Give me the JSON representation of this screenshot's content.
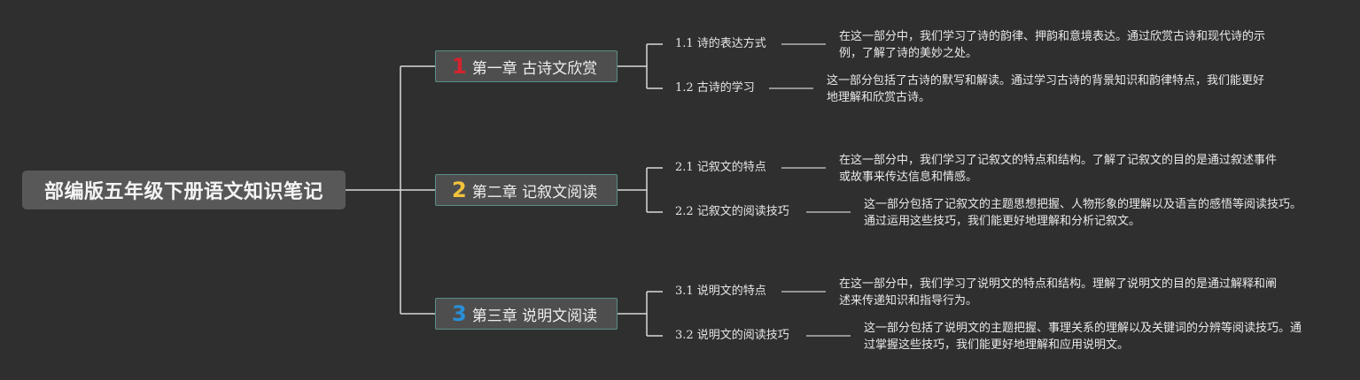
{
  "root": {
    "title": "部编版五年级下册语文知识笔记"
  },
  "chapters": [
    {
      "number": "1",
      "number_color": "#d6232e",
      "title": "第一章 古诗文欣赏",
      "sections": [
        {
          "title": "1.1 诗的表达方式",
          "description": "在这一部分中，我们学习了诗的韵律、押韵和意境表达。通过欣赏古诗和现代诗的示例，了解了诗的美妙之处。"
        },
        {
          "title": "1.2 古诗的学习",
          "description": "这一部分包括了古诗的默写和解读。通过学习古诗的背景知识和韵律特点，我们能更好地理解和欣赏古诗。"
        }
      ]
    },
    {
      "number": "2",
      "number_color": "#f2c23b",
      "title": "第二章 记叙文阅读",
      "sections": [
        {
          "title": "2.1 记叙文的特点",
          "description": "在这一部分中，我们学习了记叙文的特点和结构。了解了记叙文的目的是通过叙述事件或故事来传达信息和情感。"
        },
        {
          "title": "2.2 记叙文的阅读技巧",
          "description": "这一部分包括了记叙文的主题思想把握、人物形象的理解以及语言的感悟等阅读技巧。通过运用这些技巧，我们能更好地理解和分析记叙文。"
        }
      ]
    },
    {
      "number": "3",
      "number_color": "#2a8fd6",
      "title": "第三章 说明文阅读",
      "sections": [
        {
          "title": "3.1 说明文的特点",
          "description": "在这一部分中，我们学习了说明文的特点和结构。理解了说明文的目的是通过解释和阐述来传递知识和指导行为。"
        },
        {
          "title": "3.2 说明文的阅读技巧",
          "description": "这一部分包括了说明文的主题把握、事理关系的理解以及关键词的分辨等阅读技巧。通过掌握这些技巧，我们能更好地理解和应用说明文。"
        }
      ]
    }
  ]
}
